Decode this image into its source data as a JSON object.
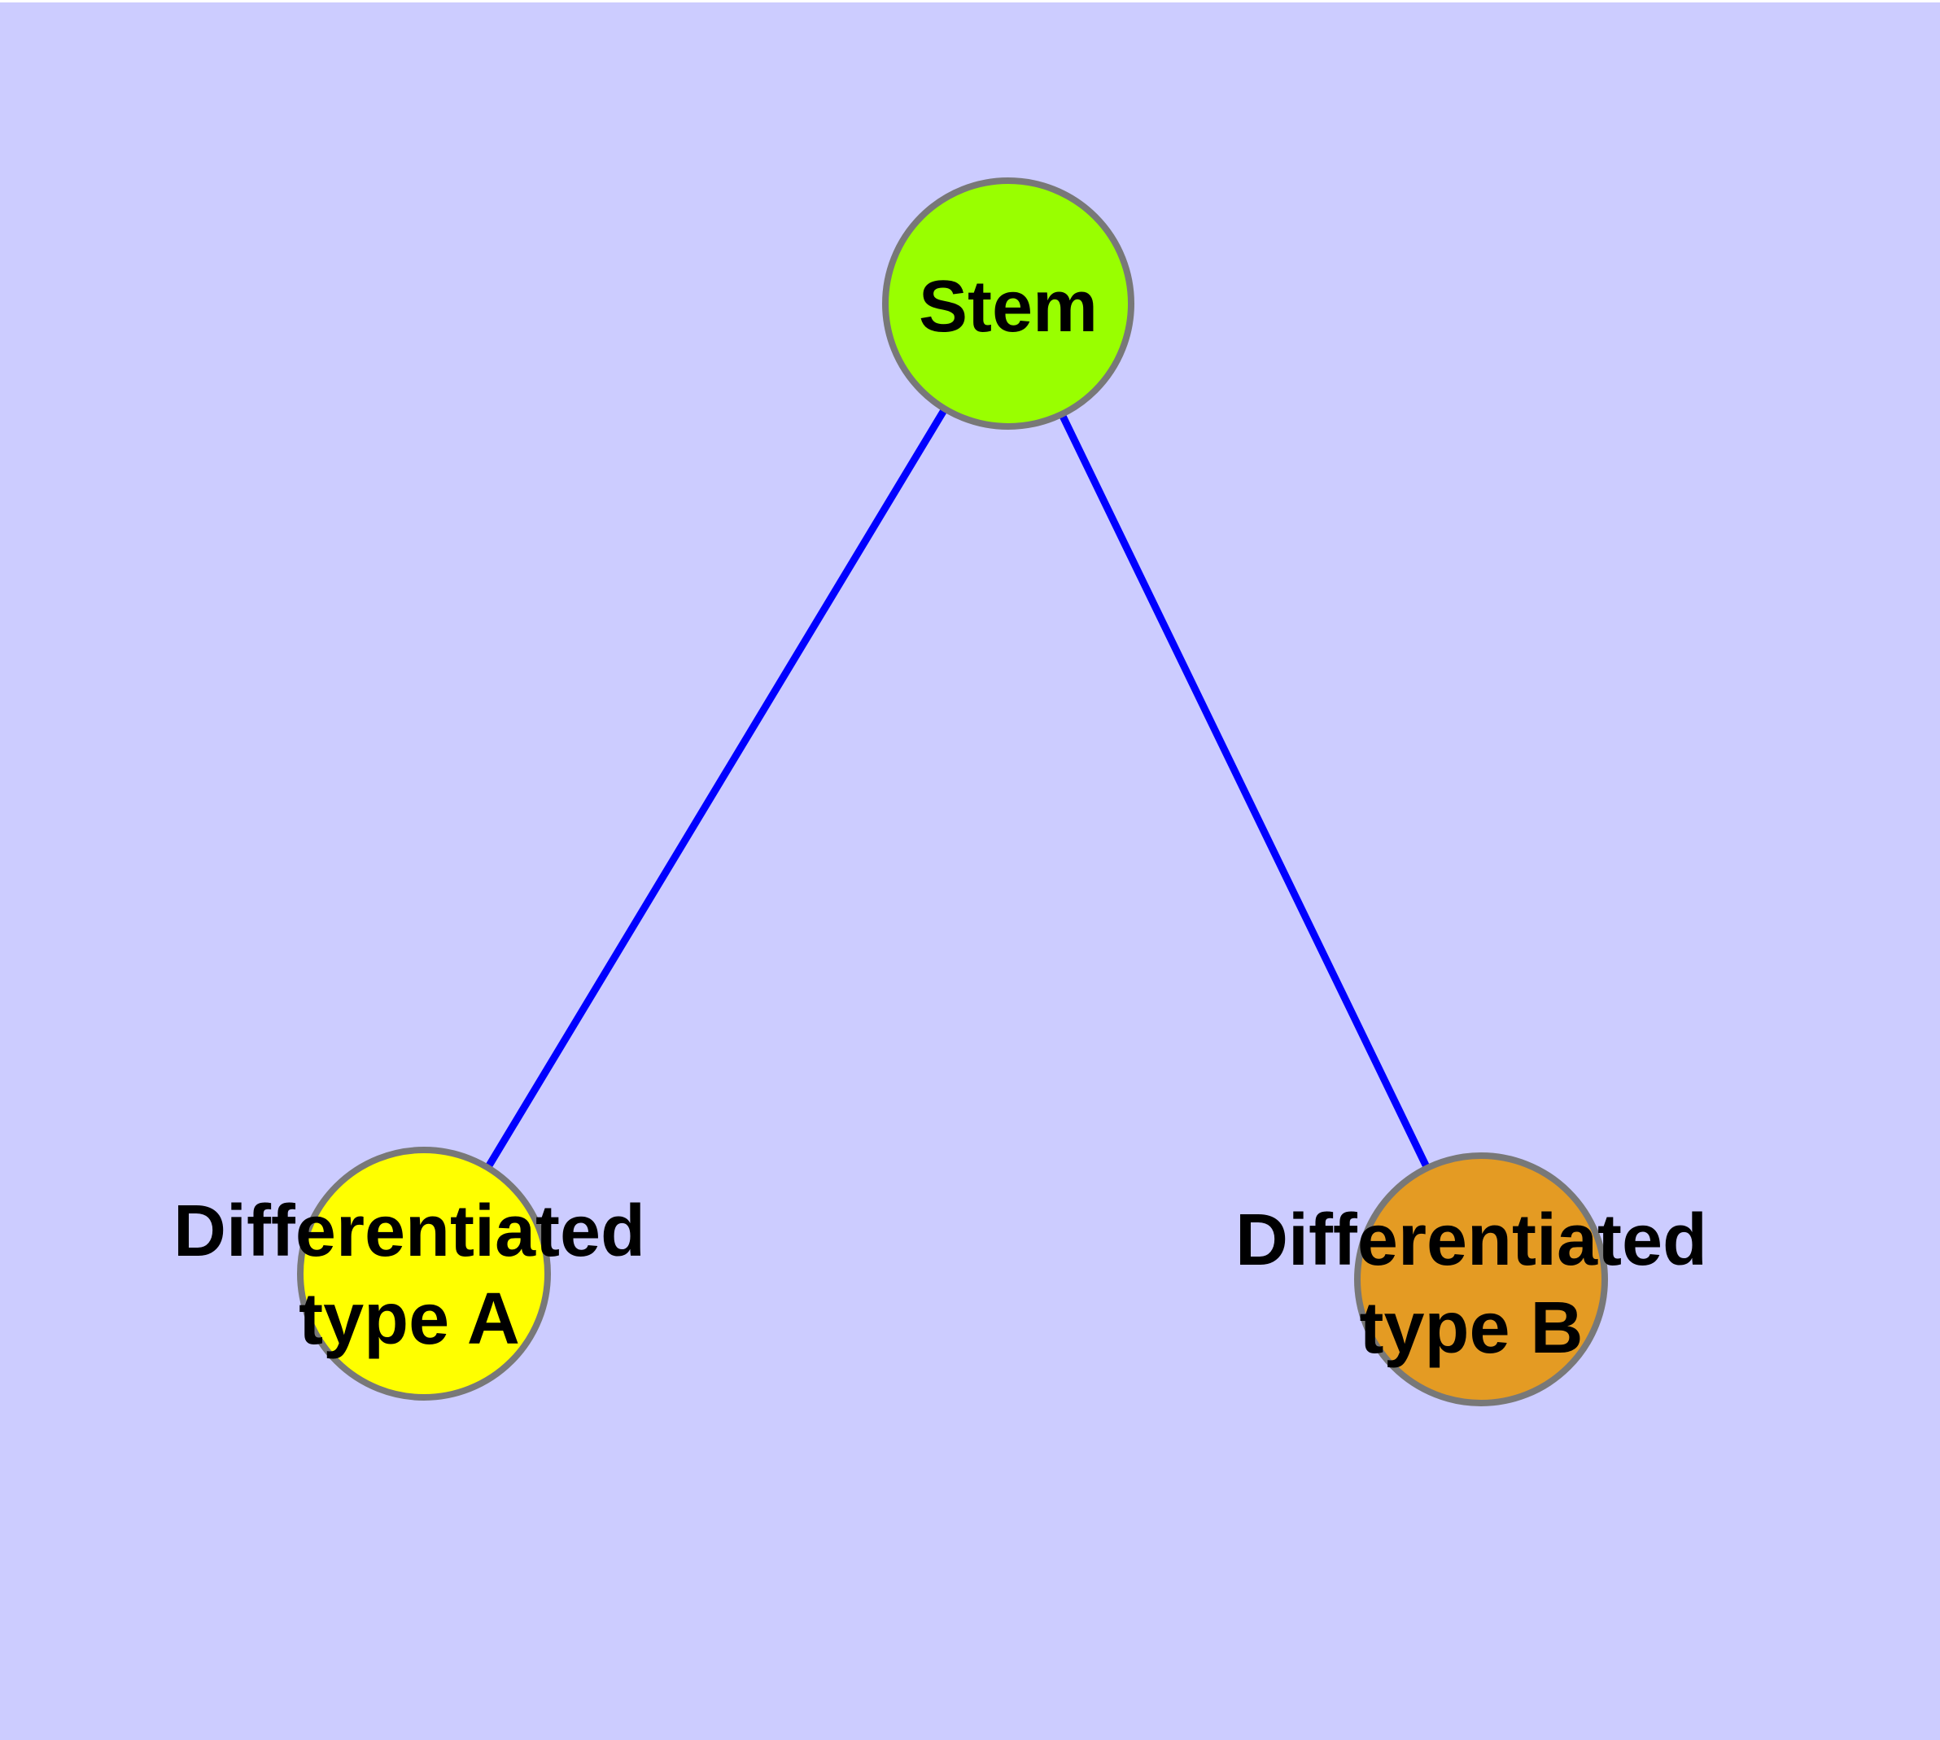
{
  "diagram": {
    "type": "node-link-graph",
    "background_color": "#CCCCFF",
    "colors": {
      "edge": "#0000FF",
      "node_border": "#787878",
      "label_text": "#000000"
    },
    "nodes": [
      {
        "id": "stem",
        "label": "Stem",
        "color": "#99FF00"
      },
      {
        "id": "differentiated-type-a",
        "label": "Differentiated type A",
        "label_line1": "Differentiated",
        "label_line2": "type A",
        "color": "#FFFF00"
      },
      {
        "id": "differentiated-type-b",
        "label": "Differentiated type B",
        "label_line1": "Differentiated",
        "label_line2": "type B",
        "color": "#E49B23"
      }
    ],
    "edges": [
      {
        "from": "stem",
        "to": "differentiated-type-a"
      },
      {
        "from": "stem",
        "to": "differentiated-type-b"
      }
    ]
  }
}
